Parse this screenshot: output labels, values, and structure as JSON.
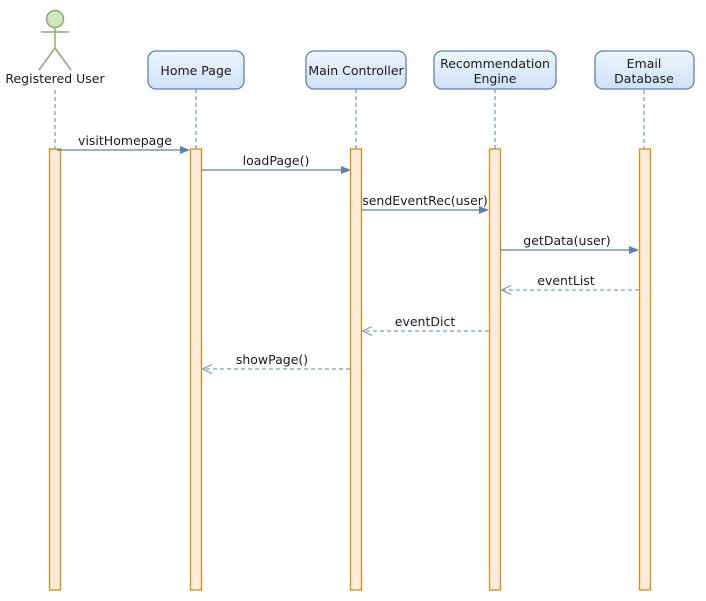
{
  "diagram": {
    "kind": "uml-sequence-diagram",
    "actor": {
      "name": "Registered User"
    },
    "lifelines": [
      {
        "id": "home-page",
        "line1": "Home Page",
        "line2": ""
      },
      {
        "id": "main-controller",
        "line1": "Main Controller",
        "line2": ""
      },
      {
        "id": "recommendation-engine",
        "line1": "Recommendation",
        "line2": "Engine"
      },
      {
        "id": "email-database",
        "line1": "Email",
        "line2": "Database"
      }
    ],
    "messages": [
      {
        "label": "visitHomepage",
        "from": "Registered User",
        "to": "Home Page",
        "kind": "call"
      },
      {
        "label": "loadPage()",
        "from": "Home Page",
        "to": "Main Controller",
        "kind": "call"
      },
      {
        "label": "sendEventRec(user)",
        "from": "Main Controller",
        "to": "Recommendation Engine",
        "kind": "call"
      },
      {
        "label": "getData(user)",
        "from": "Recommendation Engine",
        "to": "Email Database",
        "kind": "call"
      },
      {
        "label": "eventList",
        "from": "Email Database",
        "to": "Recommendation Engine",
        "kind": "return"
      },
      {
        "label": "eventDict",
        "from": "Recommendation Engine",
        "to": "Main Controller",
        "kind": "return"
      },
      {
        "label": "showPage()",
        "from": "Main Controller",
        "to": "Home Page",
        "kind": "return"
      }
    ],
    "colors": {
      "head_box_fill_top": "#eef5fd",
      "head_box_fill_bottom": "#cde1f6",
      "head_box_border": "#5a83ba",
      "activation_fill": "#fceada",
      "activation_border": "#d2920f",
      "call_arrow": "#5b80b5",
      "return_arrow": "#7e9cc0",
      "lifeline_dash": "#7795b8",
      "actor_stroke": "#86b06a",
      "actor_head_fill": "#cfe5c0",
      "text": "#1b1b1b",
      "background": "#ffffff"
    }
  }
}
